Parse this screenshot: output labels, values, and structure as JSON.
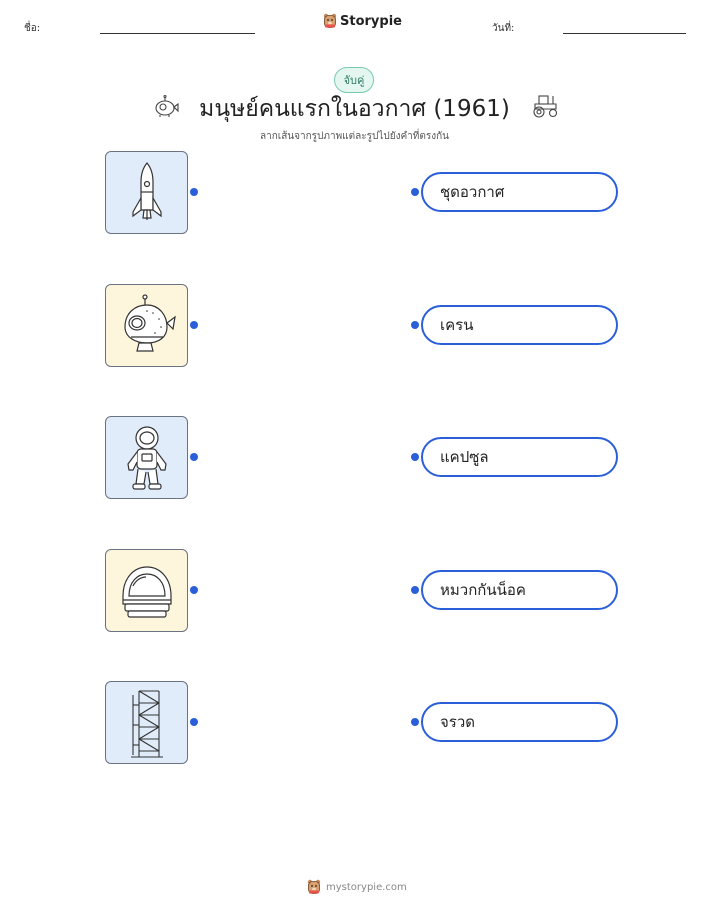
{
  "header": {
    "name_label": "ชื่อ:",
    "date_label": "วันที่:",
    "brand": "Storypie"
  },
  "badge": "จับคู่",
  "title": "มนุษย์คนแรกในอวกาศ (1961)",
  "subtitle": "ลากเส้นจากรูปภาพแต่ละรูปไปยังคำที่ตรงกัน",
  "pictures": [
    {
      "icon": "rocket-icon",
      "bg": "blue"
    },
    {
      "icon": "space-capsule-icon",
      "bg": "cream"
    },
    {
      "icon": "astronaut-icon",
      "bg": "blue"
    },
    {
      "icon": "space-helmet-icon",
      "bg": "cream"
    },
    {
      "icon": "launch-tower-icon",
      "bg": "blue"
    }
  ],
  "words": [
    "ชุดอวกาศ",
    "เครน",
    "แคปซูล",
    "หมวกกันน็อค",
    "จรวด"
  ],
  "footer": "mystorypie.com",
  "colors": {
    "accent": "#2b5fd9",
    "badge_border": "#7cc9b2",
    "card_blue": "#e1ecfb",
    "card_cream": "#fdf6dd"
  }
}
